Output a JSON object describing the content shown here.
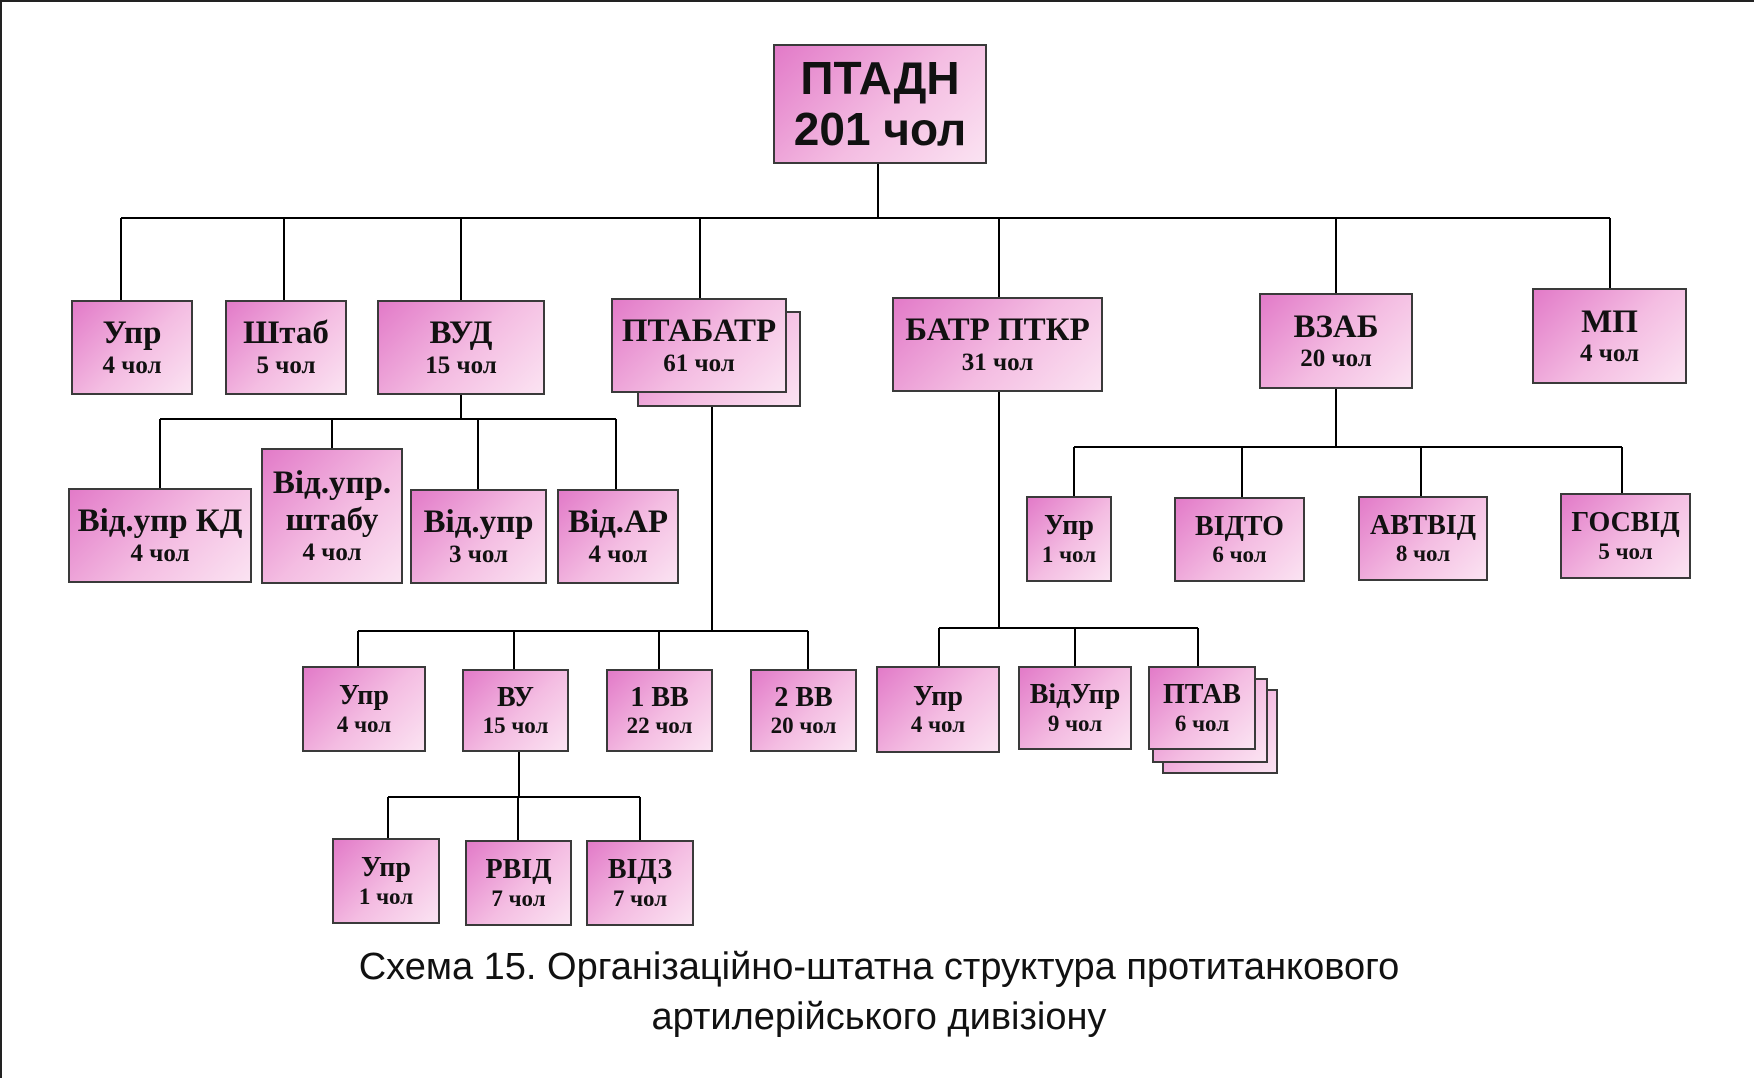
{
  "diagram": {
    "root": {
      "name": "ПТАДН",
      "staff": "201 чол"
    },
    "level1": [
      {
        "name": "Упр",
        "staff": "4 чол"
      },
      {
        "name": "Штаб",
        "staff": "5 чол"
      },
      {
        "name": "ВУД",
        "staff": "15 чол"
      },
      {
        "name": "ПТАБАТР",
        "staff": "61 чол"
      },
      {
        "name": "БАТР ПТКР",
        "staff": "31 чол"
      },
      {
        "name": "ВЗАБ",
        "staff": "20 чол"
      },
      {
        "name": "МП",
        "staff": "4 чол"
      }
    ],
    "vud_children": [
      {
        "name": "Від.упр КД",
        "staff": "4 чол"
      },
      {
        "name": "Від.упр. штабу",
        "staff": "4 чол"
      },
      {
        "name": "Від.упр",
        "staff": "3 чол"
      },
      {
        "name": "Від.АР",
        "staff": "4 чол"
      }
    ],
    "ptabatr_children": [
      {
        "name": "Упр",
        "staff": "4 чол"
      },
      {
        "name": "ВУ",
        "staff": "15 чол"
      },
      {
        "name": "1 ВВ",
        "staff": "22 чол"
      },
      {
        "name": "2 ВВ",
        "staff": "20 чол"
      }
    ],
    "vu_children": [
      {
        "name": "Упр",
        "staff": "1 чол"
      },
      {
        "name": "РВІД",
        "staff": "7 чол"
      },
      {
        "name": "ВІДЗ",
        "staff": "7 чол"
      }
    ],
    "batr_ptkr_children": [
      {
        "name": "Упр",
        "staff": "4 чол"
      },
      {
        "name": "ВідУпр",
        "staff": "9 чол"
      },
      {
        "name": "ПТАВ",
        "staff": "6 чол"
      }
    ],
    "vzab_children": [
      {
        "name": "Упр",
        "staff": "1 чол"
      },
      {
        "name": "ВІДТО",
        "staff": "6 чол"
      },
      {
        "name": "АВТВІД",
        "staff": "8 чол"
      },
      {
        "name": "ГОСВІД",
        "staff": "5 чол"
      }
    ]
  },
  "caption": {
    "line1": "Схема 15. Організаційно-штатна структура протитанкового",
    "line2": "артилерійського дивізіону"
  },
  "colors": {
    "box_fill_dark": "#e27ac8",
    "box_fill_light": "#fbe3f2",
    "border": "#3a3a3a",
    "line": "#000000"
  }
}
